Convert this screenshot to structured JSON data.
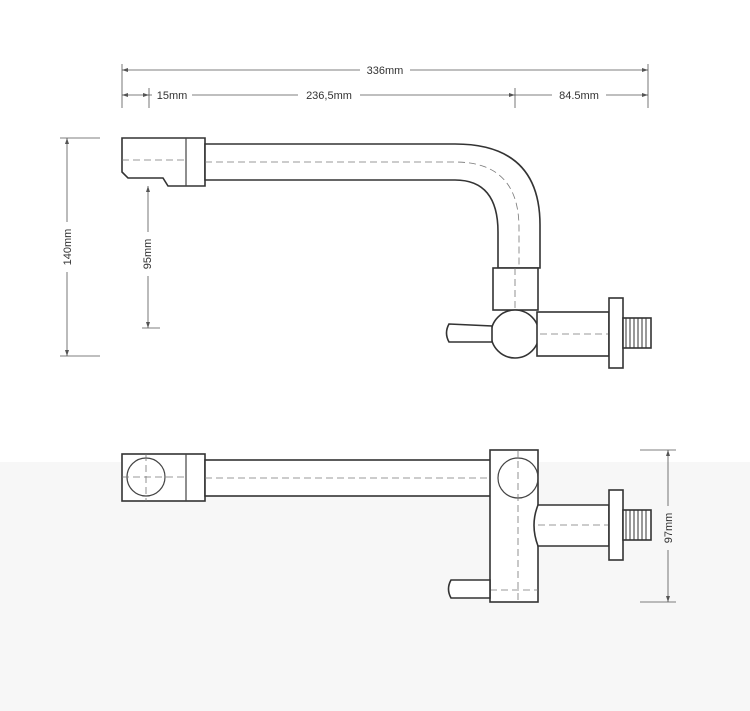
{
  "dimensions": {
    "total_width": "336mm",
    "spout_end": "15mm",
    "spout_length": "236,5mm",
    "wall_offset": "84.5mm",
    "total_height": "140mm",
    "outlet_height": "95mm",
    "top_view_depth": "97mm"
  }
}
